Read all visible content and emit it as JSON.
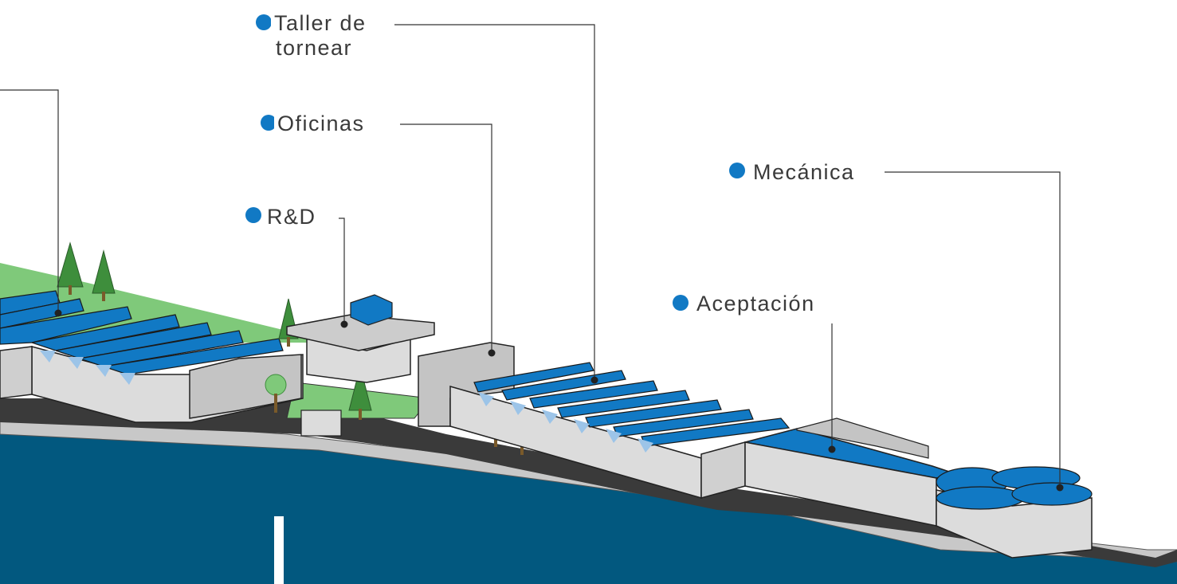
{
  "labels": {
    "taller_line1": "Taller de",
    "taller_line2": "tornear",
    "oficinas": "Oficinas",
    "rd": "R&D",
    "mecanica": "Mecánica",
    "aceptacion": "Aceptación"
  },
  "colors": {
    "marker": "#1179c4",
    "roof": "#1179c4",
    "water": "#02587f",
    "wall": "#dcdcdc",
    "grass": "#7fc97a",
    "road": "#3a3a3a",
    "trees": "#3e8e3c"
  },
  "icons": [
    "marker-dot-icon",
    "tree-icon"
  ]
}
